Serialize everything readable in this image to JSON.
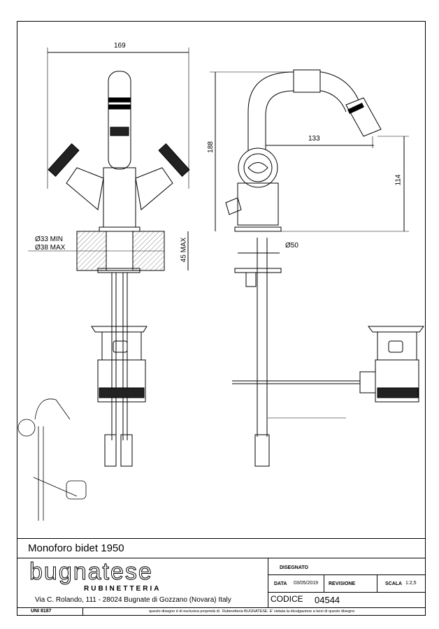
{
  "drawing": {
    "dims": {
      "width_total": "169",
      "height_total": "188",
      "spout_reach": "133",
      "spout_height": "114",
      "hole_min": "Ø33 MIN",
      "hole_max": "Ø38 MAX",
      "deck_max": "45 MAX",
      "base_diameter": "Ø50"
    }
  },
  "title_block": {
    "product_name": "Monoforo bidet 1950",
    "logo_text": "bugnatese",
    "logo_sub": "RUBINETTERIA",
    "address": "Via C. Rolando, 111 - 28024 Bugnate di Gozzano (Novara) Italy",
    "disegnato_label": "DISEGNATO",
    "data_label": "DATA",
    "data_value": "03/05/2019",
    "revisione_label": "REVISIONE",
    "scala_label": "SCALA",
    "scala_value": "1:2,5",
    "codice_label": "CODICE",
    "codice_value": "04544",
    "standard": "UNI 8187",
    "disclaimer_1": "questo disegno è di esclusiva proprietà di",
    "disclaimer_2": "Rubinetteria BUGNATESE. E' vietata la divulgazione a terzi di questo disegno"
  }
}
